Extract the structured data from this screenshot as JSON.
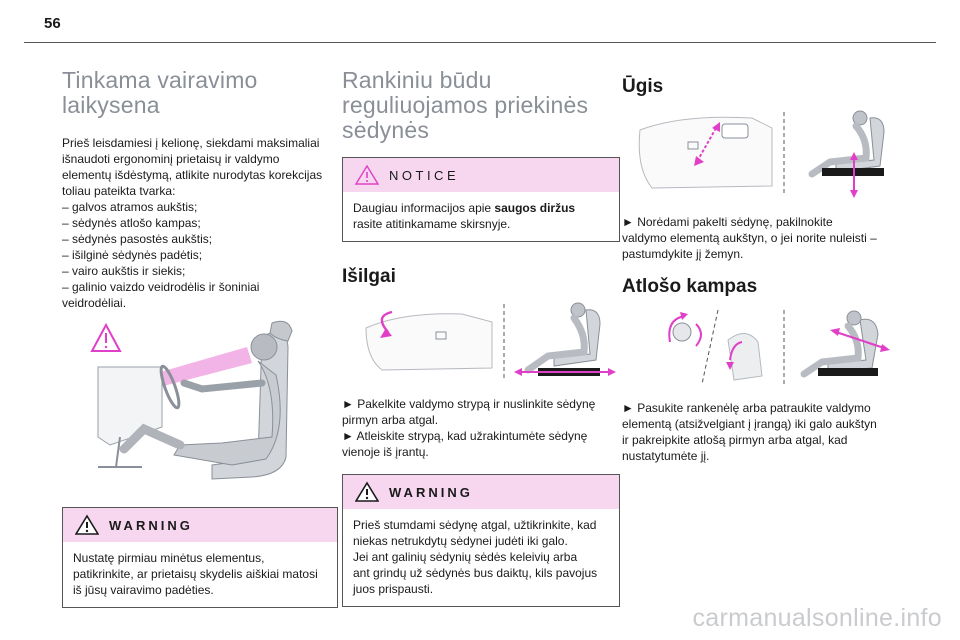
{
  "page_number": "56",
  "col1": {
    "title_line1": "Tinkama vairavimo",
    "title_line2": "laikysena",
    "intro_lines": [
      "Prieš leisdamiesi į kelionę, siekdami maksimaliai",
      "išnaudoti ergonominį prietaisų ir valdymo",
      "elementų išdėstymą, atlikite nurodytas korekcijas",
      "toliau pateikta tvarka:",
      "–  galvos atramos aukštis;",
      "–  sėdynės atlošo kampas;",
      "–  sėdynės pasostės aukštis;",
      "–  išilginė sėdynės padėtis;",
      "–  vairo aukštis ir siekis;",
      "–  galinio vaizdo veidrodėlis ir šoniniai",
      "veidrodėliai."
    ],
    "warning": {
      "heading": "WARNING",
      "lines": [
        "Nustatę pirmiau minėtus elementus,",
        "patikrinkite, ar prietaisų skydelis aiškiai matosi",
        "iš jūsų vairavimo padėties."
      ]
    }
  },
  "col2": {
    "title_line1": "Rankiniu būdu",
    "title_line2": "reguliuojamos priekinės",
    "title_line3": "sėdynės",
    "notice": {
      "heading": "NOTICE",
      "line1_pre": "Daugiau informacijos apie ",
      "line1_bold": "saugos diržus",
      "line2": "rasite atitinkamame skirsnyje."
    },
    "isilgai_title": "Išilgai",
    "isilgai_lines": [
      "►  Pakelkite valdymo strypą ir nuslinkite sėdynę",
      "pirmyn arba atgal.",
      "►  Atleiskite strypą, kad užrakintumėte sėdynę",
      "vienoje iš įrantų."
    ],
    "warning": {
      "heading": "WARNING",
      "lines": [
        "Prieš stumdami sėdynę atgal, užtikrinkite, kad",
        "niekas netrukdytų sėdynei judėti iki galo.",
        "Jei ant galinių sėdynių sėdės keleivių arba",
        "ant grindų už sėdynės bus daiktų, kils pavojus",
        "juos prispausti."
      ]
    }
  },
  "col3": {
    "ugis_title": "Ūgis",
    "ugis_lines": [
      "►  Norėdami pakelti sėdynę, pakilnokite",
      "valdymo elementą aukštyn, o jei norite nuleisti –",
      "pastumdykite jį žemyn."
    ],
    "atloso_title": "Atlošo kampas",
    "atloso_lines": [
      "►  Pasukite rankenėlę arba patraukite valdymo",
      "elementą (atsižvelgiant į įrangą) iki galo aukštyn",
      "ir pakreipkite atlošą pirmyn arba atgal, kad",
      "nustatytumėte jį."
    ]
  },
  "footer_watermark": "carmanualsonline.info",
  "colors": {
    "accent_magenta": "#e040c8",
    "box_header_pink": "#f6d7ef",
    "title_grey": "#8a8f97"
  }
}
